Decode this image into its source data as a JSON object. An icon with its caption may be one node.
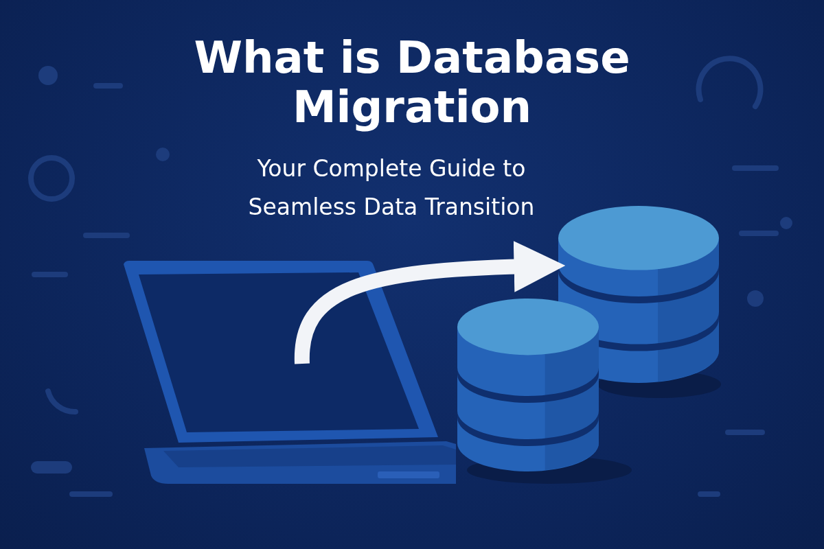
{
  "diagram": {
    "title": "What is Database Migration",
    "nodes": [
      {
        "text": [],
        "shape": "picture"
      },
      {
        "text": [],
        "shape": "cylinder"
      },
      {
        "text": [],
        "shape": "cylinder"
      }
    ],
    "edges": [
      {
        "from": 0,
        "to": 2,
        "arrow": "to"
      }
    ],
    "labels": [
      "Your Complete Guide to Seamless Data Transition"
    ]
  }
}
